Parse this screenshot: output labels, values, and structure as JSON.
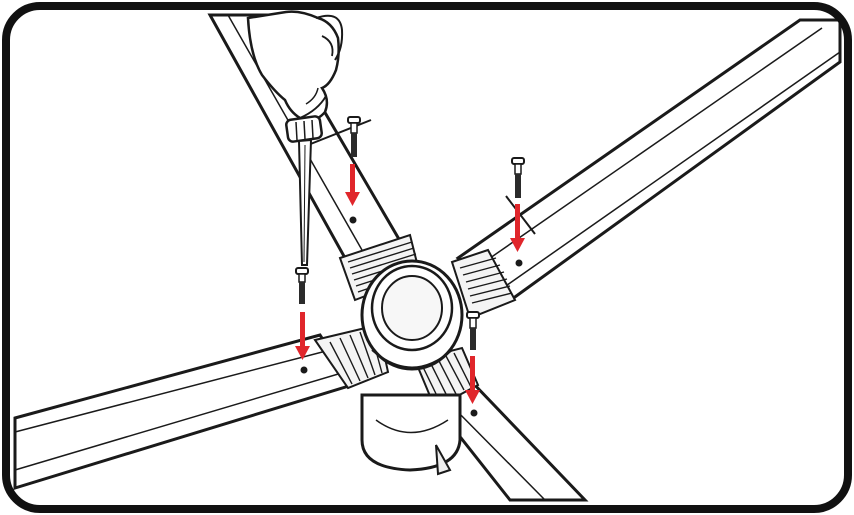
{
  "figure": {
    "kind": "assembly-instruction-illustration",
    "frame": "rounded-border",
    "colors": {
      "background": "#ffffff",
      "line": "#1a1a1a",
      "arrow": "#e0262b",
      "bolt_thread": "#2b2b2b",
      "shade": "#ededed"
    },
    "icons": [
      "hand-icon",
      "screwdriver-icon",
      "bolt-icon",
      "arrow-down-icon",
      "hole-dot-icon"
    ],
    "bolts": [
      {
        "id": "bolt-1",
        "arm": "upper-left"
      },
      {
        "id": "bolt-2",
        "arm": "right"
      },
      {
        "id": "bolt-3",
        "arm": "lower-left"
      },
      {
        "id": "bolt-4",
        "arm": "lower-right"
      }
    ]
  }
}
